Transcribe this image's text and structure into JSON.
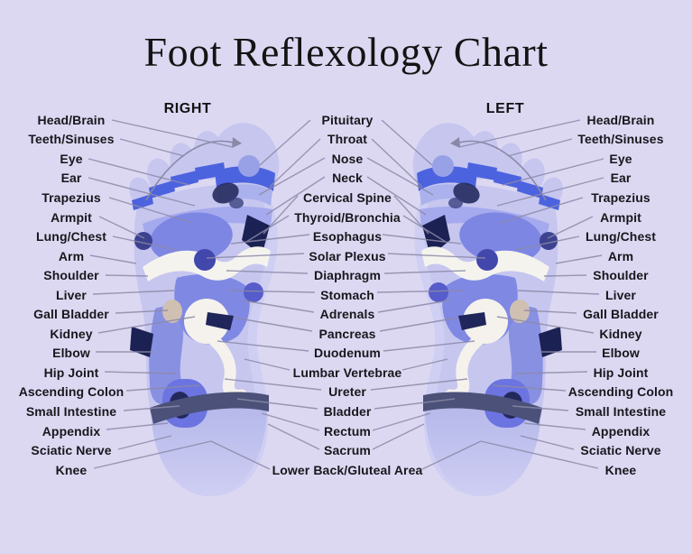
{
  "title": "Foot Reflexology Chart",
  "feet": {
    "right_label": "RIGHT",
    "left_label": "LEFT"
  },
  "columns": {
    "left": [
      "Head/Brain",
      "Teeth/Sinuses",
      "Eye",
      "Ear",
      "Trapezius",
      "Armpit",
      "Lung/Chest",
      "Arm",
      "Shoulder",
      "Liver",
      "Gall Bladder",
      "Kidney",
      "Elbow",
      "Hip Joint",
      "Ascending Colon",
      "Small Intestine",
      "Appendix",
      "Sciatic Nerve",
      "Knee"
    ],
    "center": [
      "Pituitary",
      "Throat",
      "Nose",
      "Neck",
      "Cervical Spine",
      "Thyroid/Bronchia",
      "Esophagus",
      "Solar Plexus",
      "Diaphragm",
      "Stomach",
      "Adrenals",
      "Pancreas",
      "Duodenum",
      "Lumbar Vertebrae",
      "Ureter",
      "Bladder",
      "Rectum",
      "Sacrum",
      "Lower Back/Gluteal Area"
    ],
    "right": [
      "Head/Brain",
      "Teeth/Sinuses",
      "Eye",
      "Ear",
      "Trapezius",
      "Armpit",
      "Lung/Chest",
      "Arm",
      "Shoulder",
      "Liver",
      "Gall Bladder",
      "Kidney",
      "Elbow",
      "Hip Joint",
      "Ascending Colon",
      "Small Intestine",
      "Appendix",
      "Sciatic Nerve",
      "Knee"
    ]
  },
  "colors": {
    "background": "#dcd8f2",
    "foot_base": "#c6c6ef",
    "foot_inner_light": "#d2d1f4",
    "band_blue": "#4c63df",
    "mid_blue": "#7d86e2",
    "deep_blue": "#6b74e0",
    "navy": "#1c2153",
    "slate_band": "#4b5178",
    "dot_violet": "#4247ab",
    "white_zone": "#f5f3ee",
    "beige_dot": "#cfc0b2",
    "pituitary_dot": "#99a1e6",
    "connector_line": "#8c8aa8",
    "label_text": "#17171c",
    "title_text": "#141414"
  }
}
